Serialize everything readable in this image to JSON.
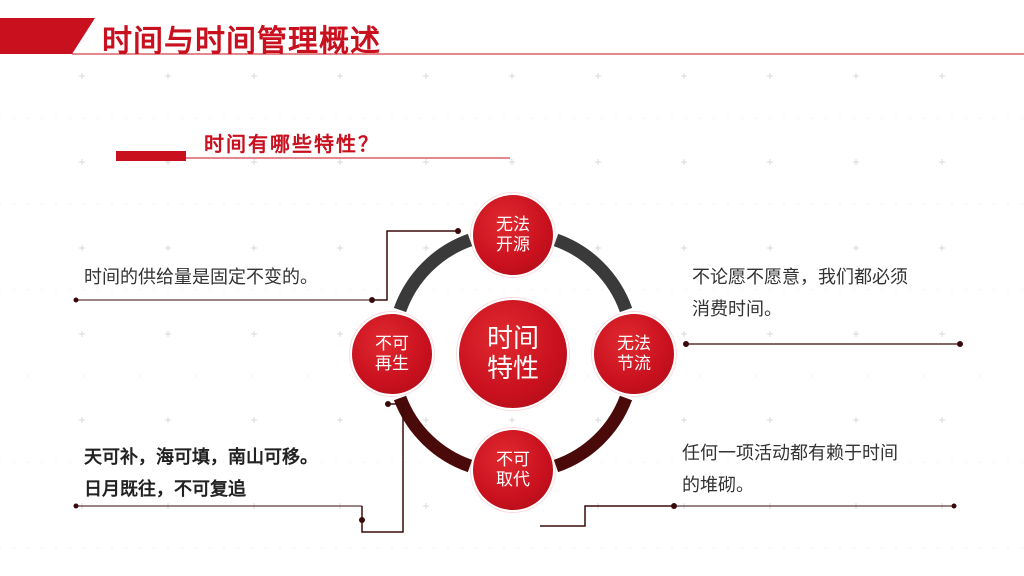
{
  "title": "时间与时间管理概述",
  "subtitle": "时间有哪些特性？",
  "center": {
    "label_line1": "时间",
    "label_line2": "特性"
  },
  "nodes": {
    "top": {
      "line1": "无法",
      "line2": "开源"
    },
    "right": {
      "line1": "无法",
      "line2": "节流"
    },
    "bottom": {
      "line1": "不可",
      "line2": "取代"
    },
    "left": {
      "line1": "不可",
      "line2": "再生"
    }
  },
  "notes": {
    "upper_left": "时间的供给量是固定不变的。",
    "upper_right_line1": "不论愿不愿意，我们都必须",
    "upper_right_line2": "消费时间。",
    "lower_left_line1": "天可补，海可填，南山可移。",
    "lower_left_line2": "日月既往，不可复追",
    "lower_right_line1": "任何一项活动都有赖于时间",
    "lower_right_line2": "的堆砌。"
  },
  "colors": {
    "accent": "#c8101e",
    "ring_dark": "#3a3a3a",
    "ring_maroon": "#4a0a0a",
    "connector": "#3a0a0a"
  }
}
